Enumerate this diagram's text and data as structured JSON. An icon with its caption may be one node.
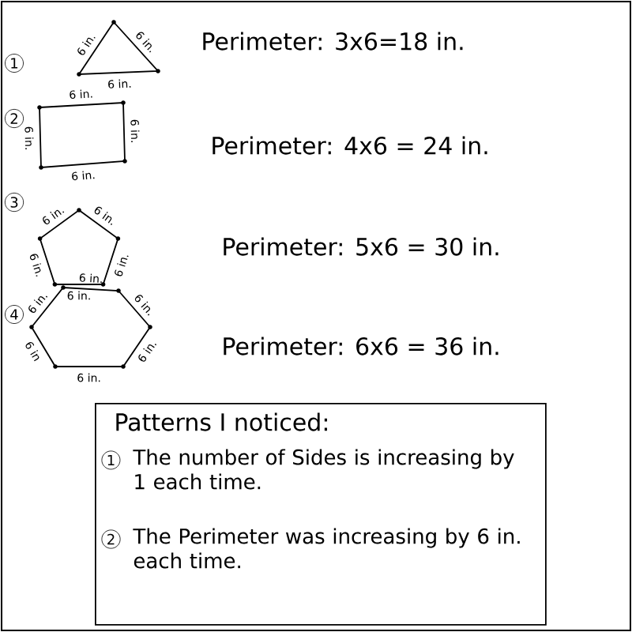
{
  "diagram": {
    "nodes": [
      {
        "text": [
          "Patterns I noticed:",
          "1",
          "The number of Sides is increasing by 1 each time.",
          "2",
          "The Perimeter was increasing by 6 in. each time."
        ]
      }
    ],
    "labels": [
      "1",
      "6 in.",
      "6 in.",
      "6 in.",
      "Perimeter: 3x6=18 in.",
      "2",
      "6 in.",
      "6 in.",
      "6 in.",
      "6 in.",
      "Perimeter: 4x6 = 24 in.",
      "3",
      "6 in.",
      "6 in.",
      "6 in.",
      "6 in.",
      "6 in.",
      "Perimeter: 5x6 = 30 in.",
      "4",
      "6 in.",
      "6 in.",
      "6 in.",
      "6 in.",
      "6 in",
      "6 in.",
      "Perimeter: 6x6 = 36 in."
    ]
  }
}
